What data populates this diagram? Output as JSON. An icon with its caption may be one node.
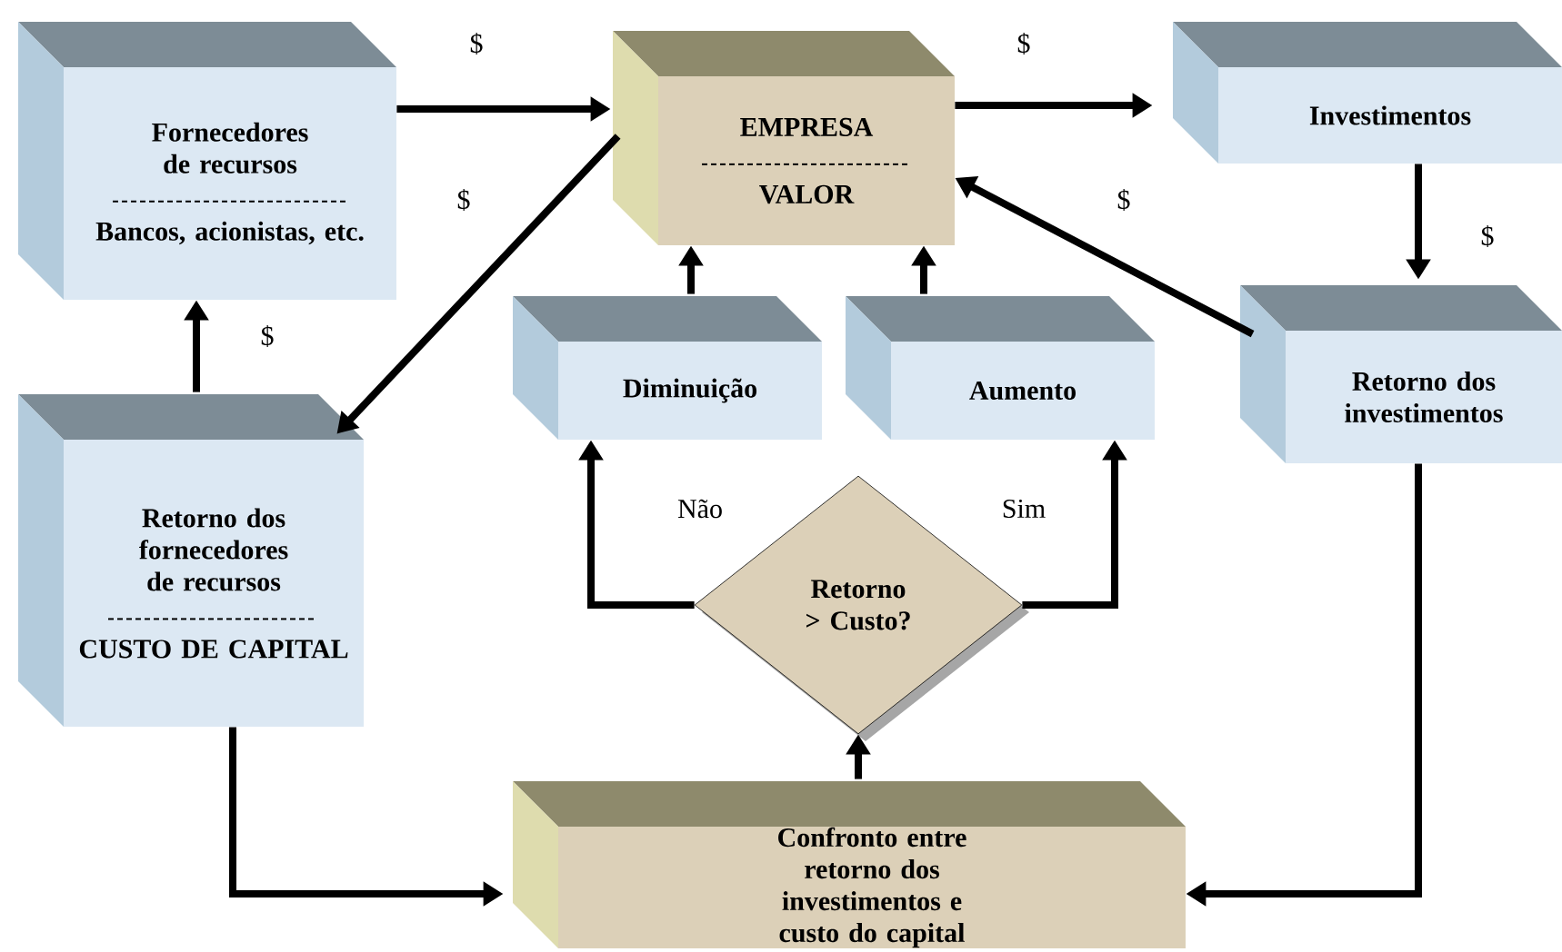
{
  "diagram": {
    "nodes": [
      {
        "text": [
          "Fornecedores de recursos",
          "Bancos, acionistas, etc."
        ]
      },
      {
        "text": [
          "EMPRESA",
          "VALOR"
        ]
      },
      {
        "text": [
          "Investimentos"
        ]
      },
      {
        "text": [
          "Diminuição"
        ]
      },
      {
        "text": [
          "Aumento"
        ]
      },
      {
        "text": [
          "Retorno dos investimentos"
        ]
      },
      {
        "text": [
          "Retorno dos fornecedores de recursos",
          "CUSTO DE CAPITAL"
        ]
      },
      {
        "text": [
          "Retorno > Custo?"
        ]
      },
      {
        "text": [
          "Confronto entre retorno dos investimentos e custo do capital"
        ]
      }
    ],
    "edges": [
      {
        "from": 0,
        "to": 1,
        "arrow": "to",
        "label": "$"
      },
      {
        "from": 1,
        "to": 2,
        "arrow": "to",
        "label": "$"
      },
      {
        "from": 2,
        "to": 5,
        "arrow": "to",
        "label": "$"
      },
      {
        "from": 5,
        "to": 1,
        "arrow": "to",
        "label": "$"
      },
      {
        "from": 1,
        "to": 6,
        "arrow": "to",
        "label": "$"
      },
      {
        "from": 6,
        "to": 0,
        "arrow": "to",
        "label": "$"
      },
      {
        "from": 3,
        "to": 1,
        "arrow": "to"
      },
      {
        "from": 4,
        "to": 1,
        "arrow": "to"
      },
      {
        "from": 7,
        "to": 3,
        "arrow": "to",
        "label": "Não"
      },
      {
        "from": 7,
        "to": 4,
        "arrow": "to",
        "label": "Sim"
      },
      {
        "from": 8,
        "to": 7,
        "arrow": "to"
      },
      {
        "from": 6,
        "to": 8,
        "arrow": "to"
      },
      {
        "from": 5,
        "to": 8,
        "arrow": "to"
      }
    ]
  }
}
